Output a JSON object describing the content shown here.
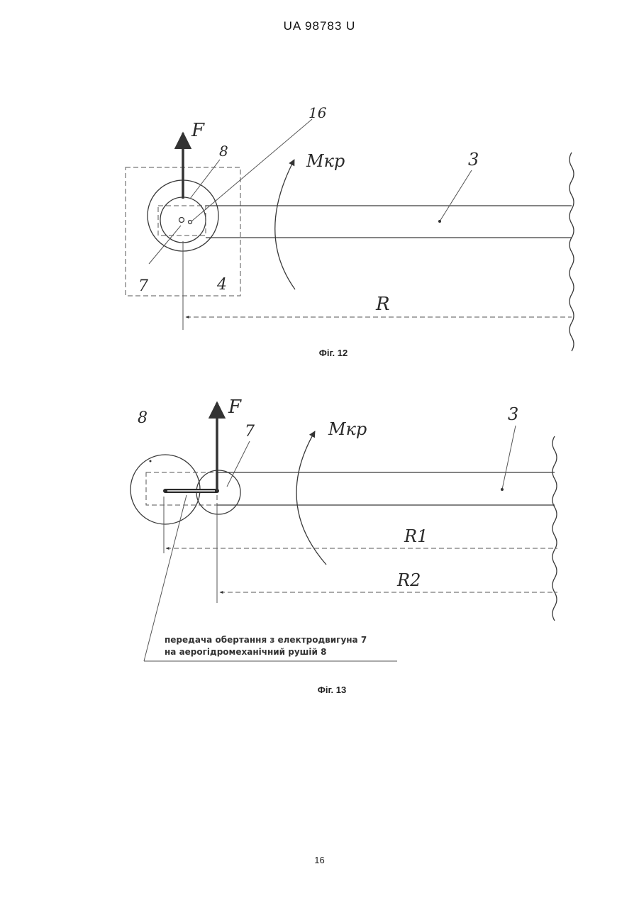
{
  "header": {
    "patent_number": "UA  98783  U"
  },
  "figure12": {
    "caption": "Фіг. 12",
    "labels": {
      "force": "F",
      "torque": "Mкр",
      "radius": "R",
      "part16": "16",
      "part8": "8",
      "part3": "3",
      "part7": "7",
      "part4": "4"
    }
  },
  "figure13": {
    "caption": "Фіг. 13",
    "labels": {
      "force": "F",
      "torque": "Mкр",
      "radius1": "R1",
      "radius2": "R2",
      "part8": "8",
      "part7": "7",
      "part3": "3"
    },
    "note_line1": "передача обертання з електродвигуна 7",
    "note_line2": "на аерогідромеханічний рушій 8"
  },
  "footer": {
    "page_number": "16"
  }
}
